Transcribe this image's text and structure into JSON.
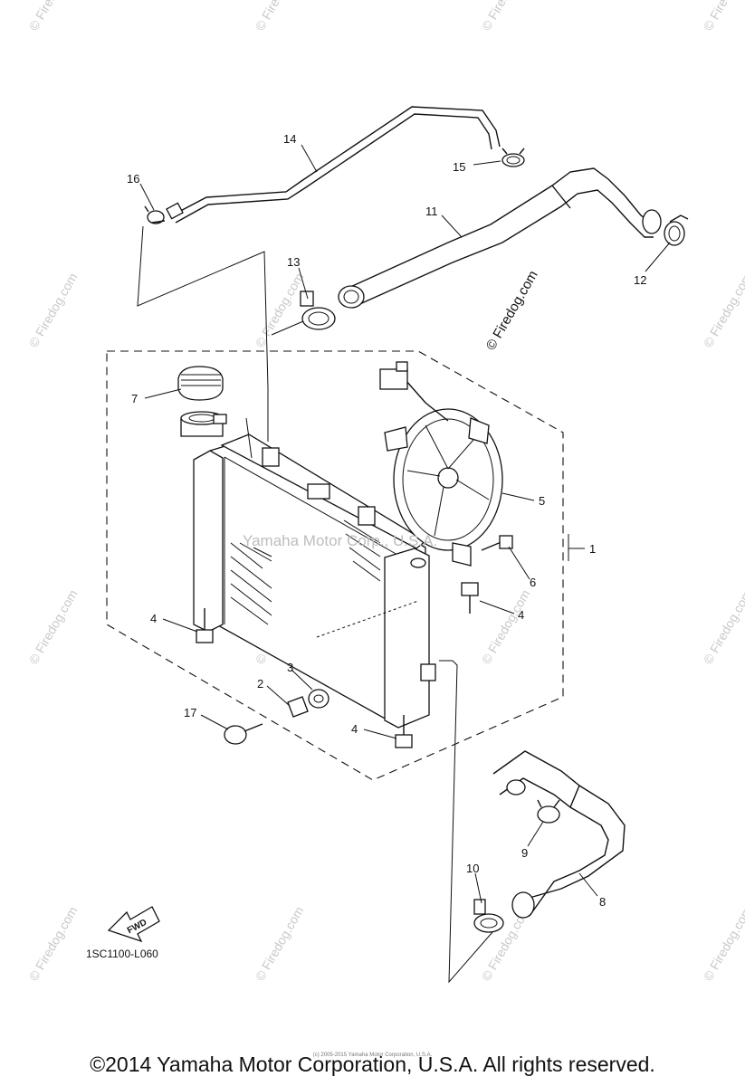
{
  "watermark": {
    "text": "© Firedog.com"
  },
  "center_watermark": "Yamaha Motor Corp., U.S.A.",
  "diagram_code": "1SC1100-L060",
  "fwd_label": "FWD",
  "callouts": {
    "c1": "1",
    "c2": "2",
    "c3": "3",
    "c4a": "4",
    "c4b": "4",
    "c4c": "4",
    "c5": "5",
    "c6": "6",
    "c7": "7",
    "c8": "8",
    "c9": "9",
    "c10": "10",
    "c11": "11",
    "c12": "12",
    "c13": "13",
    "c14": "14",
    "c15": "15",
    "c16": "16",
    "c17": "17"
  },
  "small_copyright": "(c) 2005-2015 Yamaha Motor Corporation, U.S.A.",
  "copyright": "©2014 Yamaha Motor Corporation, U.S.A. All rights reserved."
}
